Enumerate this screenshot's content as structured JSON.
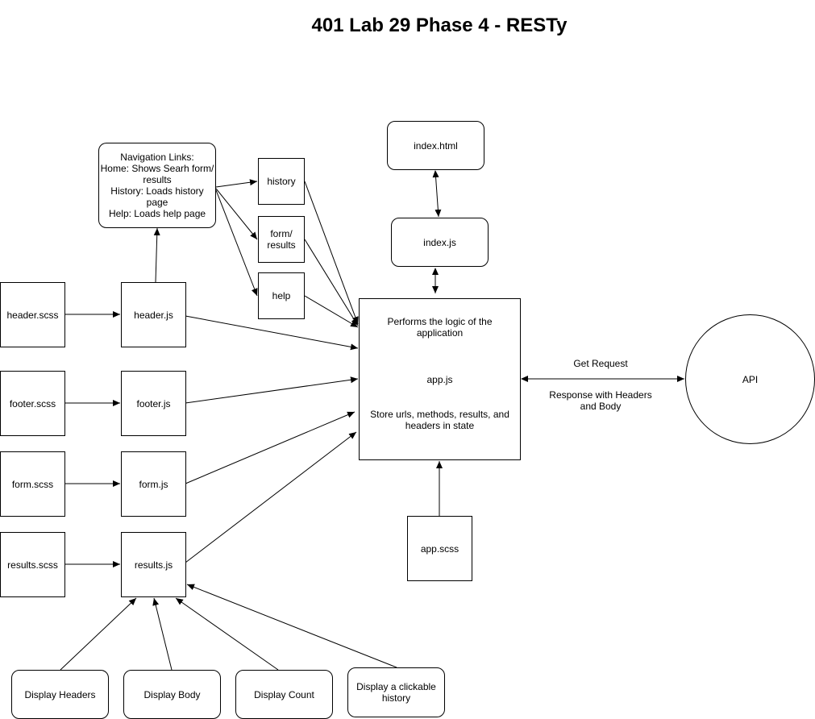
{
  "title": "401 Lab 29 Phase 4 - RESTy",
  "nodes": {
    "nav_links": "Navigation Links:\nHome: Shows Searh form/\nresults\nHistory: Loads history\npage\nHelp: Loads help page",
    "history": "history",
    "form_results": "form/\nresults",
    "help": "help",
    "index_html": "index.html",
    "index_js": "index.js",
    "header_scss": "header.scss",
    "header_js": "header.js",
    "footer_scss": "footer.scss",
    "footer_js": "footer.js",
    "form_scss": "form.scss",
    "form_js": "form.js",
    "results_scss": "results.scss",
    "results_js": "results.js",
    "app_logic": "Performs the logic of the\napplication",
    "app_js": "app.js",
    "app_state": "Store urls, methods, results, and\nheaders in state",
    "app_scss": "app.scss",
    "api": "API",
    "display_headers": "Display Headers",
    "display_body": "Display Body",
    "display_count": "Display Count",
    "display_history": "Display a clickable\nhistory"
  },
  "edge_labels": {
    "get_request": "Get Request",
    "response": "Response with Headers\nand Body"
  },
  "colors": {
    "stroke": "#000000",
    "fill": "#ffffff",
    "text": "#000000"
  }
}
